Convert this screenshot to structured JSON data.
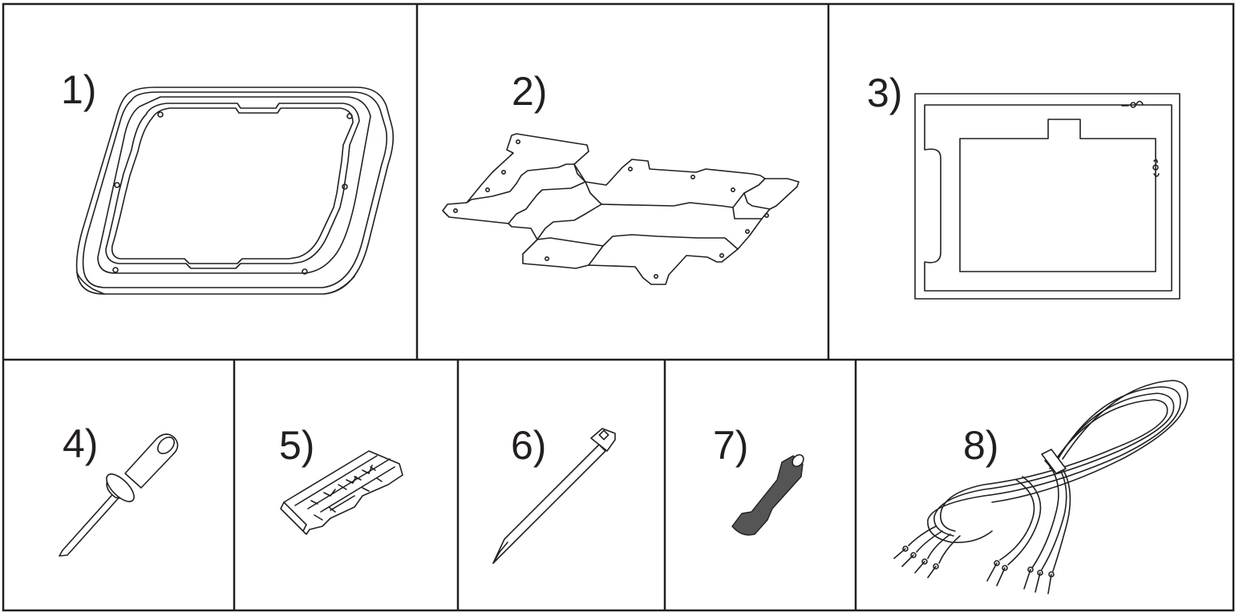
{
  "parts": [
    {
      "label": "1)",
      "icon": "mounting-frame"
    },
    {
      "label": "2)",
      "icon": "mounting-bracket"
    },
    {
      "label": "3)",
      "icon": "drilling-template"
    },
    {
      "label": "4)",
      "icon": "blind-rivet"
    },
    {
      "label": "5)",
      "icon": "wire-connector"
    },
    {
      "label": "6)",
      "icon": "cable-tie"
    },
    {
      "label": "7)",
      "icon": "heat-shrink-connector"
    },
    {
      "label": "8)",
      "icon": "cable-bundle"
    }
  ],
  "colors": {
    "line": "#231f20",
    "border": "#231f20",
    "background": "#ffffff"
  }
}
